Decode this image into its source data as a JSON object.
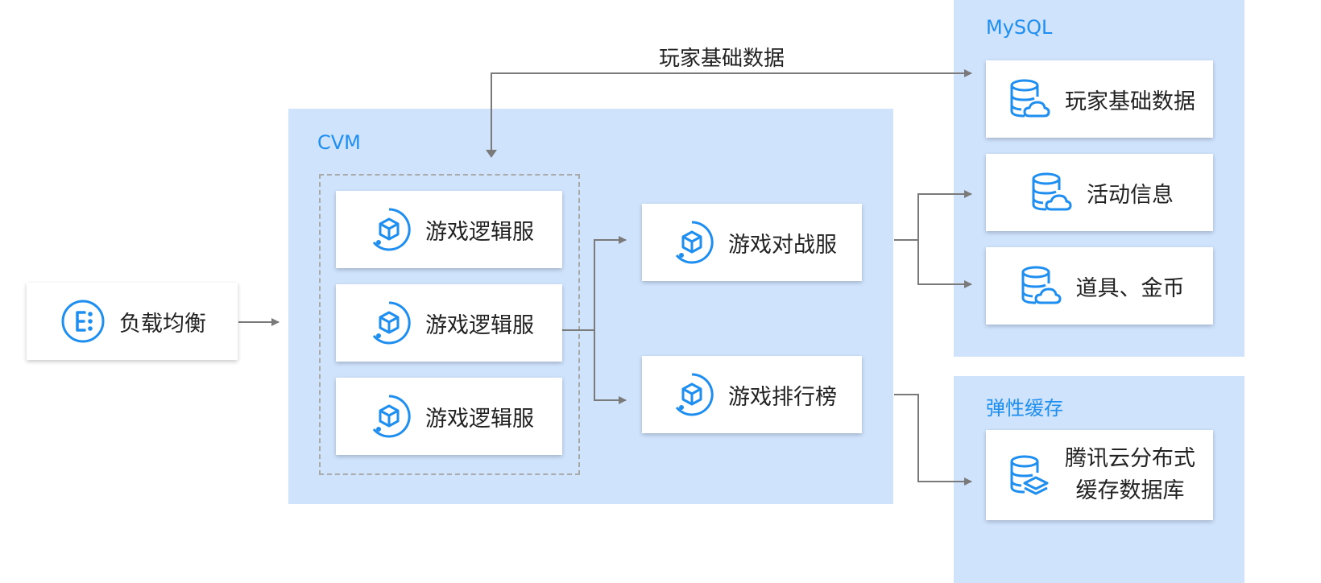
{
  "regions": {
    "mysql": {
      "title": "MySQL"
    },
    "cvm": {
      "title": "CVM"
    },
    "elastic_cache": {
      "title": "弹性缓存"
    }
  },
  "nodes": {
    "load_balancer": {
      "label": "负载均衡",
      "icon": "load-balancer-icon"
    },
    "logic_1": {
      "label": "游戏逻辑服",
      "icon": "game-server-icon"
    },
    "logic_2": {
      "label": "游戏逻辑服",
      "icon": "game-server-icon"
    },
    "logic_3": {
      "label": "游戏逻辑服",
      "icon": "game-server-icon"
    },
    "battle": {
      "label": "游戏对战服",
      "icon": "game-server-icon"
    },
    "ranking": {
      "label": "游戏排行榜",
      "icon": "game-server-icon"
    },
    "db_player": {
      "label": "玩家基础数据",
      "icon": "cloud-database-icon"
    },
    "db_activity": {
      "label": "活动信息",
      "icon": "cloud-database-icon"
    },
    "db_items": {
      "label": "道具、金币",
      "icon": "cloud-database-icon"
    },
    "cache": {
      "label_line1": "腾讯云分布式",
      "label_line2": "缓存数据库",
      "icon": "cache-database-icon"
    }
  },
  "edges": {
    "player_data_label": "玩家基础数据"
  },
  "colors": {
    "accent": "#1e8ef0",
    "region_fill": "#cfe3fd",
    "arrow": "#7a7a7a"
  }
}
